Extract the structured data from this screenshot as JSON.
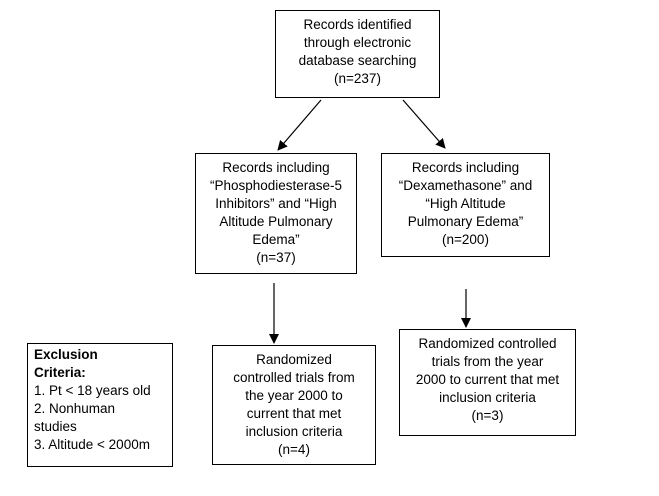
{
  "flowchart": {
    "top": {
      "lines": [
        "Records identified",
        "through electronic",
        "database searching",
        "(n=237)"
      ]
    },
    "left_mid": {
      "lines": [
        "Records including",
        "“Phosphodiesterase-5",
        "Inhibitors” and “High",
        "Altitude Pulmonary",
        "Edema”",
        "(n=37)"
      ]
    },
    "right_mid": {
      "lines": [
        "Records including",
        "“Dexamethasone” and",
        "“High Altitude",
        "Pulmonary Edema”",
        "(n=200)"
      ]
    },
    "left_bottom": {
      "lines": [
        "Randomized",
        "controlled trials from",
        "the year 2000 to",
        "current that met",
        "inclusion criteria",
        "(n=4)"
      ]
    },
    "right_bottom": {
      "lines": [
        "Randomized controlled",
        "trials from the year",
        "2000 to current that met",
        "inclusion criteria",
        "(n=3)"
      ]
    },
    "exclusion": {
      "title_lines": [
        "Exclusion",
        "Criteria:"
      ],
      "items": [
        "1. Pt < 18 years old",
        "2. Nonhuman",
        "studies",
        "3. Altitude < 2000m"
      ]
    }
  },
  "colors": {
    "stroke": "#000000",
    "background": "#ffffff"
  }
}
